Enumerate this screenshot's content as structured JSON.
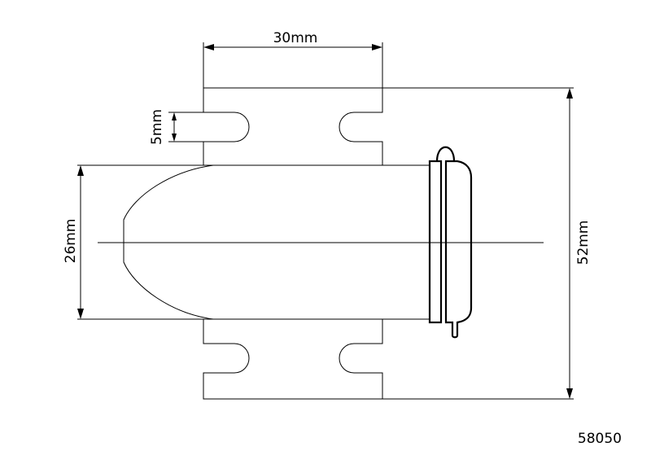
{
  "dimensions": {
    "width_top": "30mm",
    "slot_width": "5mm",
    "body_diameter": "26mm",
    "total_height": "52mm"
  },
  "product_code": "58050"
}
